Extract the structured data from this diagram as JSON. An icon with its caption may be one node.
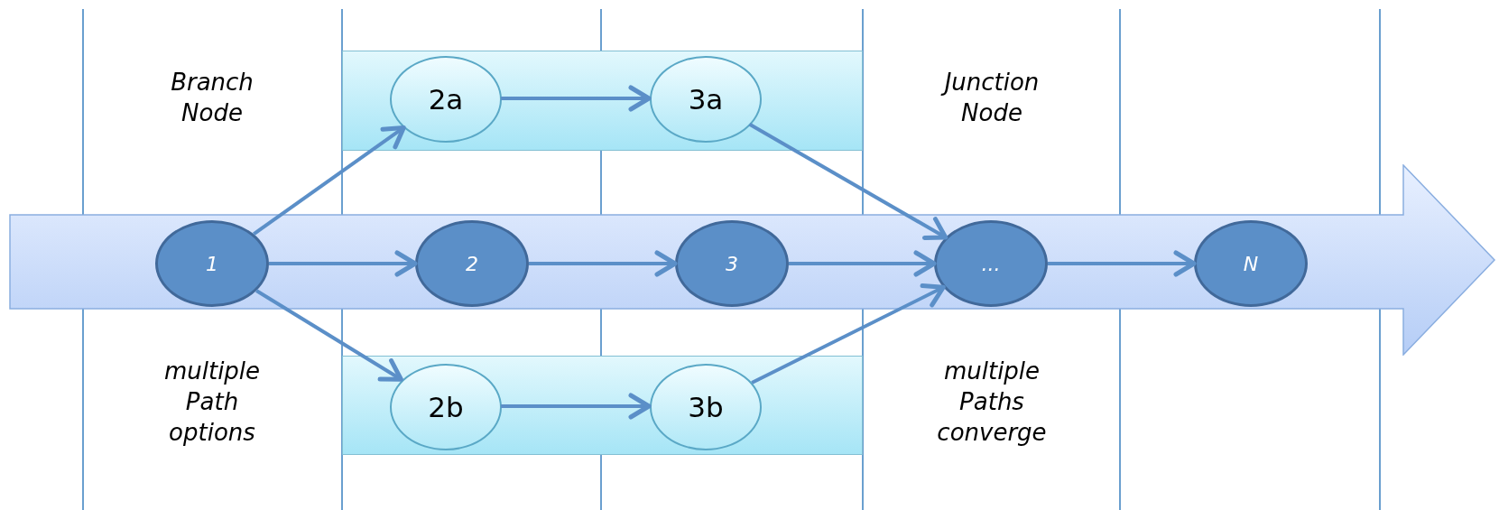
{
  "diagram": {
    "nodes": [
      {
        "text": [],
        "shape": "box"
      },
      {
        "text": [
          "2a"
        ],
        "in": 0
      },
      {
        "text": [
          "3a"
        ],
        "in": 0
      },
      {
        "text": [],
        "shape": "arrow"
      },
      {
        "text": [
          "1"
        ],
        "in": 3
      },
      {
        "text": [
          "2"
        ],
        "in": 3
      },
      {
        "text": [
          "3"
        ],
        "in": 3
      },
      {
        "text": [
          "..."
        ],
        "in": 3
      },
      {
        "text": [
          "N"
        ],
        "in": 3
      },
      {
        "text": [],
        "shape": "box"
      },
      {
        "text": [
          "2b"
        ],
        "in": 9
      },
      {
        "text": [
          "3b"
        ],
        "in": 9
      }
    ],
    "edges": [
      {
        "from": 4,
        "to": 1,
        "arrow": "to"
      },
      {
        "from": 4,
        "to": 5,
        "arrow": "to"
      },
      {
        "from": 4,
        "to": 10,
        "arrow": "to"
      },
      {
        "from": 1,
        "to": 2,
        "arrow": "to"
      },
      {
        "from": 5,
        "to": 6,
        "arrow": "to"
      },
      {
        "from": 10,
        "to": 11,
        "arrow": "to"
      },
      {
        "from": 2,
        "to": 7,
        "arrow": "to"
      },
      {
        "from": 6,
        "to": 7,
        "arrow": "to"
      },
      {
        "from": 11,
        "to": 7,
        "arrow": "to"
      },
      {
        "from": 7,
        "to": 8,
        "arrow": "to"
      }
    ],
    "labels": [
      "Branch Node",
      "Junction Node",
      "multiple Path options",
      "multiple Paths converge"
    ]
  }
}
